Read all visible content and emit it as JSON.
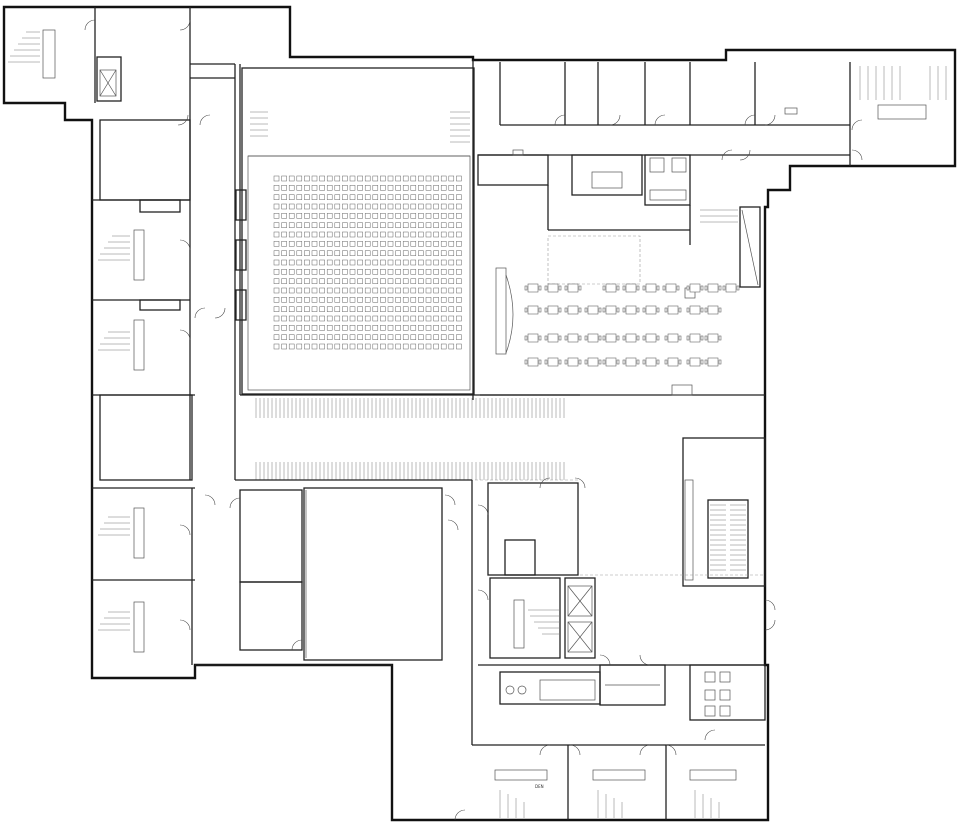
{
  "drawing": {
    "type": "architectural floor plan",
    "style": "black line drawing on white",
    "background": "#ffffff",
    "line_color": "#222222",
    "small_label": "DEN"
  },
  "auditorium": {
    "seat_rows": 19,
    "seats_per_row": 25
  },
  "cafe": {
    "table_groups": 40
  }
}
